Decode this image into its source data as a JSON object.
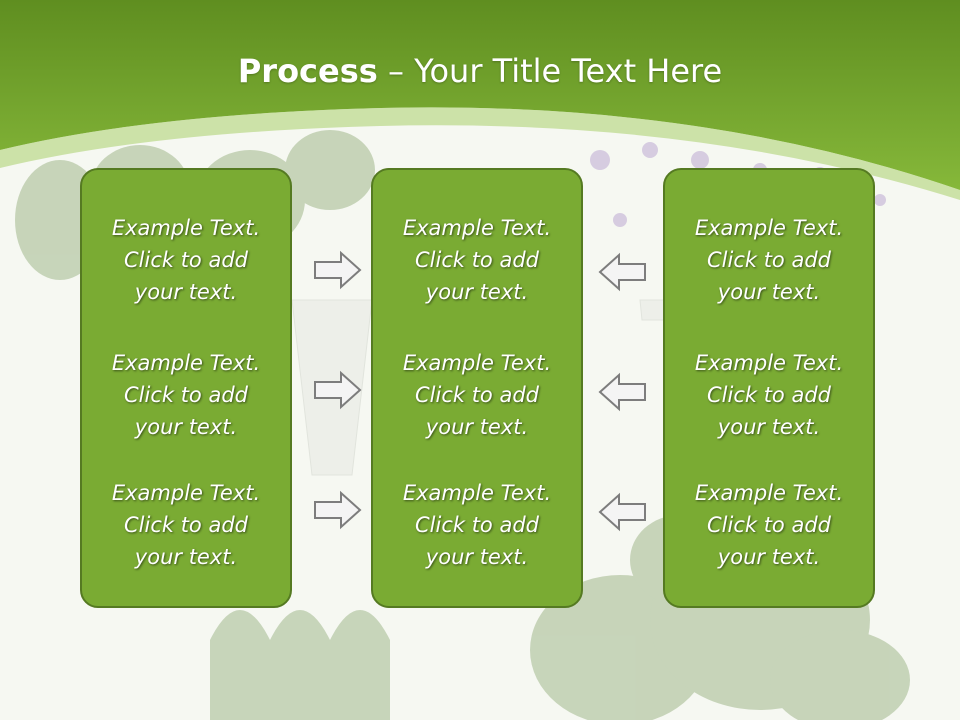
{
  "title": {
    "bold": "Process",
    "rest": " – Your Title Text Here"
  },
  "colors": {
    "header_green": "#6f9e29",
    "panel_fill": "#7aab33",
    "panel_border": "#557a22",
    "arrow_stroke": "#7d7d7d"
  },
  "columns": [
    {
      "items": [
        "Example Text.\nClick  to add\nyour text.",
        "Example Text.\nClick  to add\nyour text.",
        "Example Text.\nClick  to add\nyour text."
      ]
    },
    {
      "items": [
        "Example Text.\nClick  to add\nyour text.",
        "Example Text.\nClick  to add\nyour text.",
        "Example Text.\nClick  to add\nyour text."
      ]
    },
    {
      "items": [
        "Example Text.\nClick  to add\nyour text.",
        "Example Text.\nClick  to add\nyour text.",
        "Example Text.\nClick  to add\nyour text."
      ]
    }
  ],
  "arrows": {
    "left_group": "arrow-right-icon",
    "right_group": "arrow-left-icon"
  }
}
